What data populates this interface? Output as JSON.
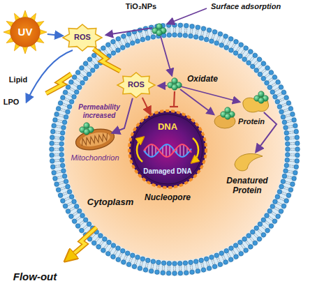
{
  "diagram": {
    "nodes": [
      {
        "text": [
          "UV"
        ]
      },
      {
        "text": [
          "ROS"
        ]
      },
      {
        "text": [
          "Cytoplasm"
        ]
      },
      {
        "text": [
          "ROS"
        ],
        "in": 2
      },
      {
        "text": [
          "Mitochondrion"
        ],
        "in": 2
      },
      {
        "text": [
          "DNA",
          "Damaged DNA",
          "Nucleopore"
        ],
        "in": 2
      },
      {
        "text": [
          "Protein"
        ],
        "in": 2
      },
      {
        "text": [
          "Denatured Protein"
        ],
        "in": 2
      }
    ],
    "edges": [
      {
        "from": 0,
        "to": 1,
        "arrow": "to"
      },
      {
        "from": 3,
        "to": 4,
        "arrow": "to"
      },
      {
        "from": 3,
        "to": 5,
        "arrow": "to"
      },
      {
        "from": 6,
        "to": 7,
        "arrow": "to"
      }
    ],
    "labels": [
      "TiO₂NPs",
      "Surface adsorption",
      "Lipid",
      "LPO",
      "Oxidate",
      "Permeability increased",
      "Flow-out"
    ]
  }
}
